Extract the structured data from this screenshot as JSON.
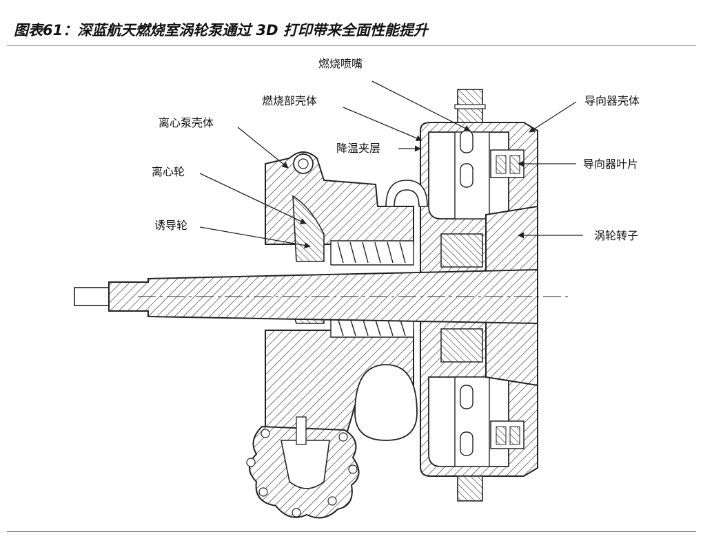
{
  "figure": {
    "title": "图表61：深蓝航天燃烧室涡轮泵通过 3D 打印带来全面性能提升"
  },
  "labels": {
    "nozzle": "燃烧喷嘴",
    "combustor_housing": "燃烧部壳体",
    "cooling_jacket": "降温夹层",
    "pump_housing": "离心泵壳体",
    "impeller": "离心轮",
    "inducer": "诱导轮",
    "guide_housing": "导向器壳体",
    "guide_vane": "导向器叶片",
    "turbine_rotor": "涡轮转子"
  }
}
